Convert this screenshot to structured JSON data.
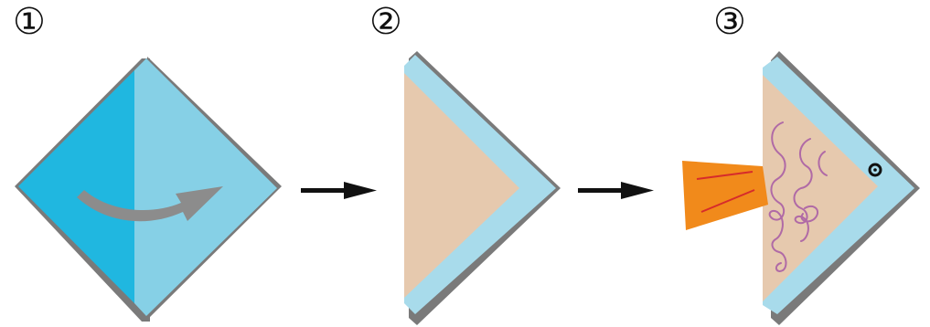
{
  "steps": [
    {
      "number": "①",
      "icon": "paper-square-fold-icon"
    },
    {
      "number": "②",
      "icon": "paper-triangle-icon"
    },
    {
      "number": "③",
      "icon": "paper-fish-icon"
    }
  ],
  "arrows": [
    {
      "icon": "arrow-right-icon"
    },
    {
      "icon": "arrow-right-icon"
    }
  ],
  "colors": {
    "paper_front_dark": "#20b7e0",
    "paper_front_light": "#86d0e6",
    "paper_edge": "#a8dbeb",
    "paper_back": "#e6c9ae",
    "fold_arrow": "#8c8c8c",
    "outline": "#7a7a7a",
    "tail": "#f18a1b",
    "tail_lines": "#d62b2b",
    "scales": "#b06aa6",
    "arrow": "#111111"
  }
}
